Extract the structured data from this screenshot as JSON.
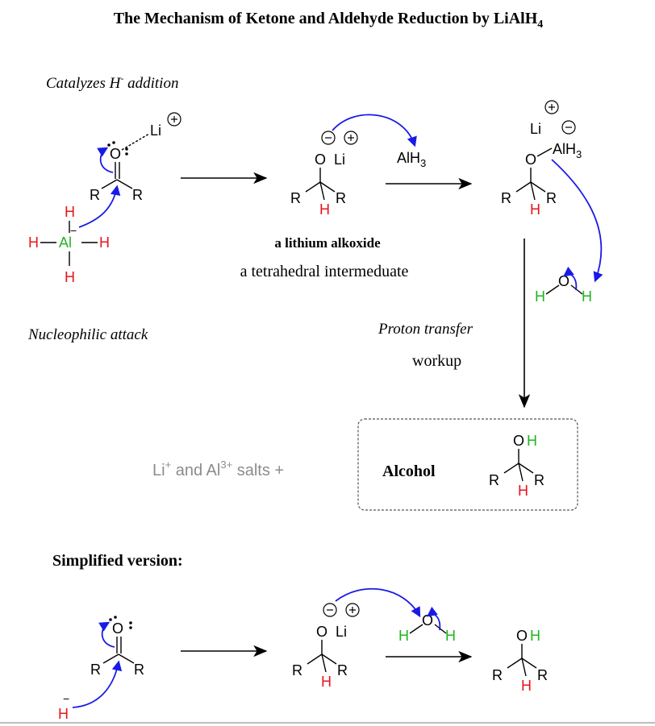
{
  "title": "The Mechanism of Ketone and Aldehyde Reduction by LiAlH",
  "title_subscript": "4",
  "labels": {
    "catalyzes_text": "Catalyzes H",
    "catalyzes_sup": "-",
    "catalyzes_tail": " addition",
    "nucleophilic": "Nucleophilic attack",
    "alkoxide": "a lithium alkoxide",
    "tetrahedral": "a tetrahedral intermeduate",
    "proton_transfer": "Proton transfer",
    "workup": "workup",
    "salts_li": "Li",
    "salts_li_sup": "+",
    "salts_and": " and Al",
    "salts_al_sup": "3+",
    "salts_tail": " salts  +",
    "alcohol": "Alcohol",
    "simplified": "Simplified version:"
  },
  "atoms": {
    "O": "O",
    "R": "R",
    "H": "H",
    "Li": "Li",
    "Al": "Al",
    "AlH3": "AlH",
    "AlH3_sub": "3",
    "plus": "+",
    "minus": "−"
  },
  "colors": {
    "text": "#000000",
    "hydride": "#e8141b",
    "aluminum": "#1fb51f",
    "proton": "#1fb51f",
    "arrow_curved": "#1a1ae6",
    "salts_gray": "#8c8c8c",
    "box_border": "#555555"
  }
}
